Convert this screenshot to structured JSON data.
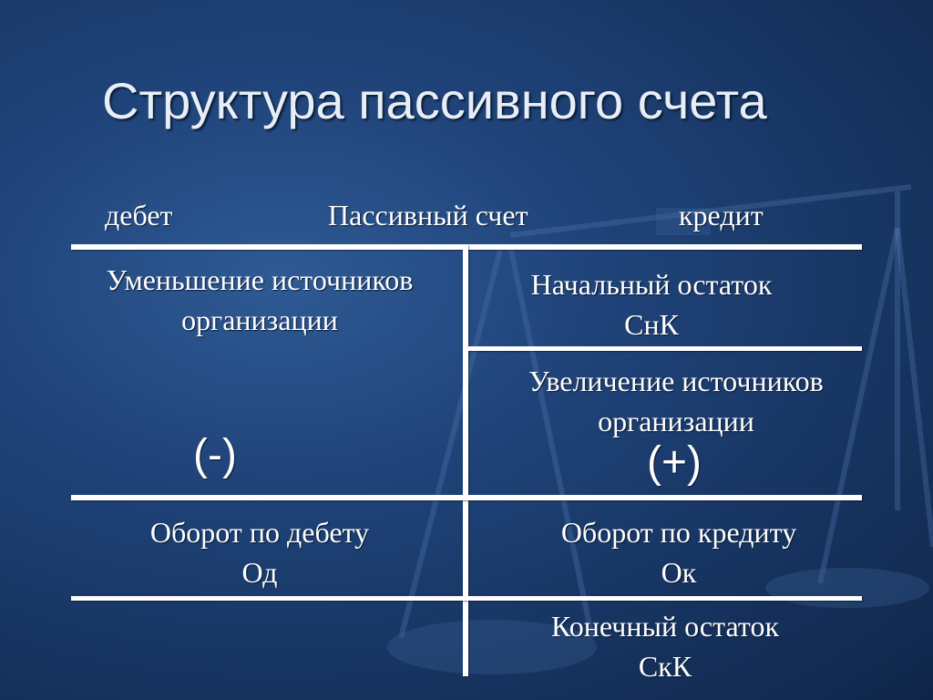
{
  "title": "Структура пассивного счета",
  "header": {
    "debit": "дебет",
    "account": "Пассивный счет",
    "credit": "кредит"
  },
  "left": {
    "decrease_line1": "Уменьшение источников",
    "decrease_line2": "организации",
    "minus_sign": "(-)",
    "turnover_line1": "Оборот по дебету",
    "turnover_line2": "Од"
  },
  "right": {
    "opening_line1": "Начальный остаток",
    "opening_line2": "СнК",
    "increase_line1": "Увеличение источников",
    "increase_line2": "организации",
    "plus_sign": "(+)",
    "turnover_line1": "Оборот по кредиту",
    "turnover_line2": "Ок",
    "closing_line1": "Конечный остаток",
    "closing_line2": "СкК"
  },
  "colors": {
    "background": "#1f4379",
    "lines": "#ffffff",
    "text": "#ffffff"
  }
}
